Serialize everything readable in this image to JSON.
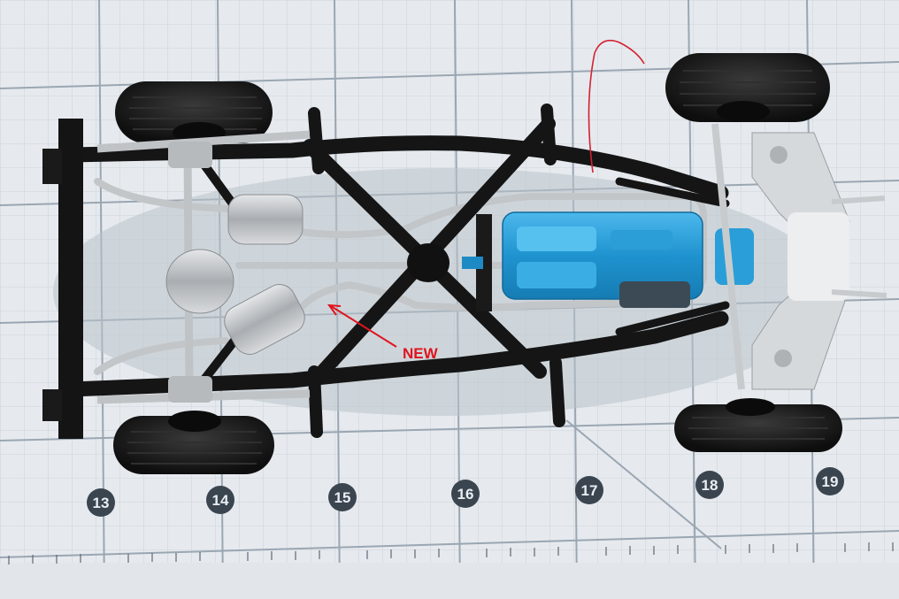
{
  "photo": {
    "subject": "model-car-chassis-on-cutting-mat",
    "colors": {
      "mat": "#e6eaee",
      "grid": "#a9b4bf",
      "frame": "#151515",
      "engine": "#2a9ed8",
      "chrome": "#b9bcbf",
      "tire": "#141414",
      "annotation": "#e0141e",
      "ruler_badge": "#3a4550"
    }
  },
  "ruler": {
    "numbers": [
      "13",
      "14",
      "15",
      "16",
      "17",
      "18",
      "19"
    ]
  },
  "annotation": {
    "label": "NEW"
  }
}
